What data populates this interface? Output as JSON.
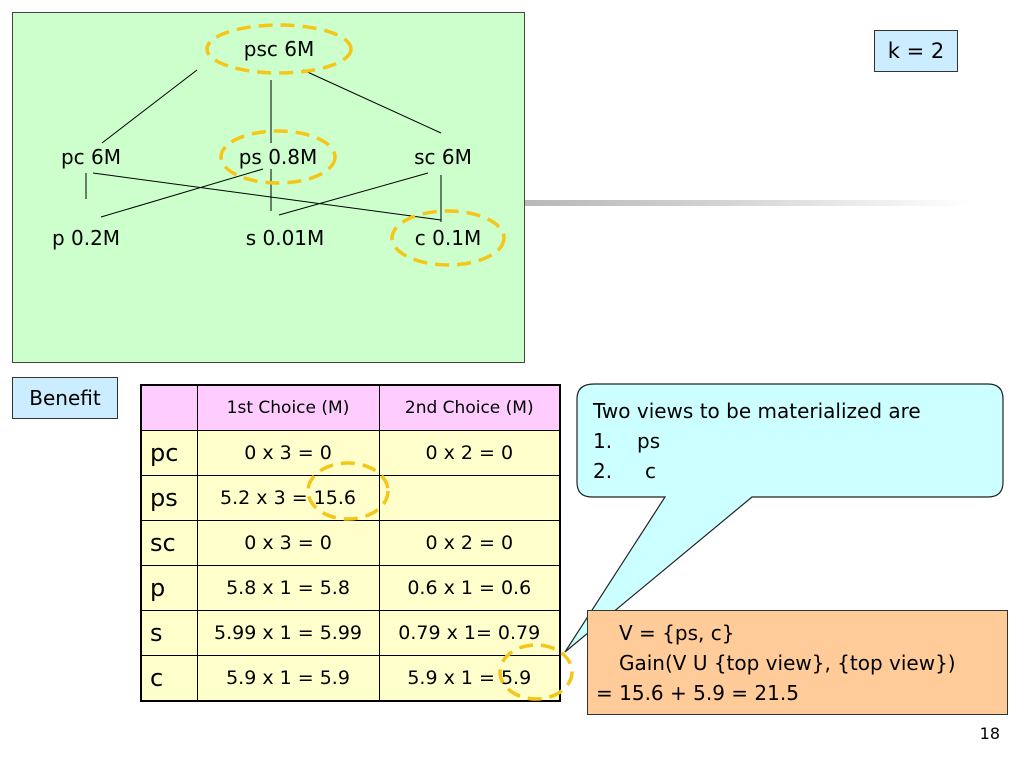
{
  "lattice": {
    "nodes": [
      {
        "id": "psc",
        "label": "psc 6M",
        "selected": true
      },
      {
        "id": "pc",
        "label": "pc 6M",
        "selected": false
      },
      {
        "id": "ps",
        "label": "ps 0.8M",
        "selected": true
      },
      {
        "id": "sc",
        "label": "sc 6M",
        "selected": false
      },
      {
        "id": "p",
        "label": "p 0.2M",
        "selected": false
      },
      {
        "id": "s",
        "label": "s 0.01M",
        "selected": false
      },
      {
        "id": "c",
        "label": "c 0.1M",
        "selected": true
      }
    ],
    "edges": [
      [
        "psc",
        "pc"
      ],
      [
        "psc",
        "ps"
      ],
      [
        "psc",
        "sc"
      ],
      [
        "pc",
        "p"
      ],
      [
        "pc",
        "c"
      ],
      [
        "ps",
        "p"
      ],
      [
        "ps",
        "s"
      ],
      [
        "sc",
        "s"
      ],
      [
        "sc",
        "c"
      ]
    ]
  },
  "k_label": "k = 2",
  "benefit_label": "Benefit",
  "table": {
    "headers": [
      "",
      "1st Choice (M)",
      "2nd Choice (M)"
    ],
    "rows": [
      {
        "view": "pc",
        "first": "0 x 3 = 0",
        "second": "0 x 2 = 0"
      },
      {
        "view": "ps",
        "first": "5.2 x 3 = 15.6",
        "second": ""
      },
      {
        "view": "sc",
        "first": "0 x 3 = 0",
        "second": "0 x 2 = 0"
      },
      {
        "view": "p",
        "first": "5.8 x 1 = 5.8",
        "second": "0.6 x 1 = 0.6"
      },
      {
        "view": "s",
        "first": "5.99 x 1 = 5.99",
        "second": "0.79 x 1= 0.79"
      },
      {
        "view": "c",
        "first": "5.9 x 1 = 5.9",
        "second": "5.9 x 1 = 5.9"
      }
    ],
    "highlighted_cells": [
      {
        "row": "ps",
        "column": "first",
        "value": "15.6"
      },
      {
        "row": "c",
        "column": "second",
        "value": "5.9"
      }
    ]
  },
  "callout": {
    "heading": "Two views to be materialized are",
    "items": [
      {
        "num": "1.",
        "text": "ps"
      },
      {
        "num": "2.",
        "text": "c"
      }
    ]
  },
  "result": {
    "line1": "V = {ps, c}",
    "line2": "Gain(V U {top view}, {top view})",
    "line3": "=  15.6 + 5.9 = 21.5"
  },
  "page_number": "18",
  "colors": {
    "lattice_background": "#ccffcc",
    "highlight_ellipse": "#f5c518",
    "info_box": "#ccecff",
    "table_header": "#ffccff",
    "table_body": "#ffffcc",
    "callout_fill": "#ccffff",
    "result_box": "#ffcc99"
  }
}
